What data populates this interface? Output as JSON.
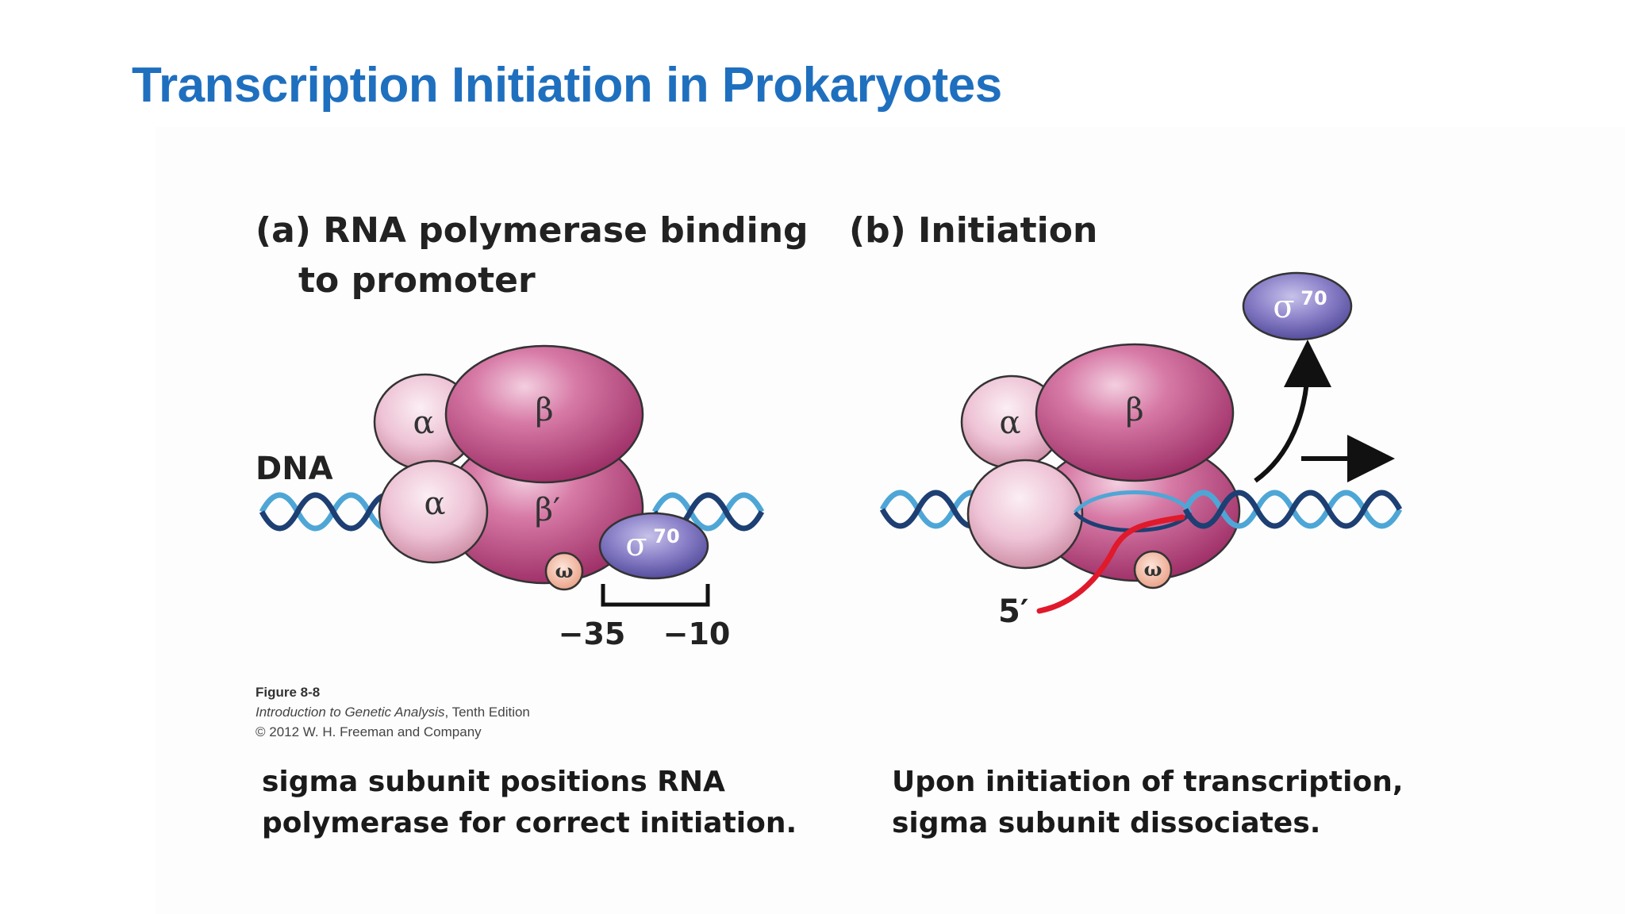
{
  "slide": {
    "title": "Transcription Initiation in Prokaryotes"
  },
  "panel_a": {
    "heading_line1": "(a) RNA polymerase binding",
    "heading_line2": "to promoter",
    "dna_label": "DNA",
    "subunits": {
      "alpha": "α",
      "beta": "β",
      "beta_prime": "β′",
      "omega": "ω",
      "sigma": "σ",
      "sigma_sup": "70"
    },
    "positions": {
      "minus35": "−35",
      "minus10": "−10"
    }
  },
  "panel_b": {
    "heading": "(b) Initiation",
    "subunits": {
      "alpha": "α",
      "beta": "β",
      "omega": "ω",
      "sigma": "σ",
      "sigma_sup": "70"
    },
    "rna_end_label": "5′"
  },
  "figure_credit": {
    "figure_number": "Figure 8-8",
    "book_title": "Introduction to Genetic Analysis",
    "edition": ", Tenth Edition",
    "copyright": "© 2012 W. H. Freeman and Company"
  },
  "captions": {
    "left_line1": "sigma subunit positions RNA",
    "left_line2": "polymerase for correct initiation.",
    "right_line1": "Upon initiation of transcription,",
    "right_line2": "sigma subunit dissociates."
  },
  "colors": {
    "title_blue": "#1f6fbf",
    "dna_strand_dark": "#1d3f73",
    "dna_strand_light": "#4ea6d6",
    "polymerase_magenta": "#b4407a",
    "alpha_pink": "#e8b6cb",
    "sigma_purple": "#7468b5",
    "omega_peach": "#f2b8a2",
    "rna_red": "#e0192b"
  }
}
